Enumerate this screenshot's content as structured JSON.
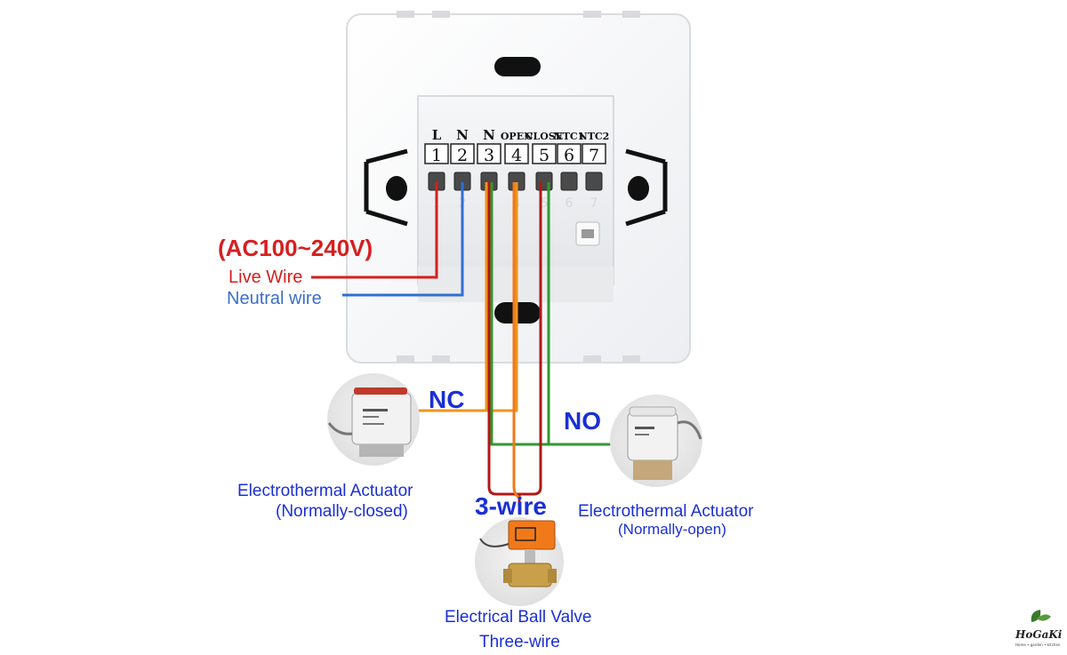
{
  "terminals": [
    {
      "name": "L",
      "number": "1"
    },
    {
      "name": "N",
      "number": "2"
    },
    {
      "name": "N",
      "number": "3"
    },
    {
      "name": "OPEN",
      "number": "4"
    },
    {
      "name": "CLOSE",
      "number": "5"
    },
    {
      "name": "NTC1",
      "number": "6"
    },
    {
      "name": "NTC2",
      "number": "7"
    }
  ],
  "labels": {
    "voltage": "(AC100~240V)",
    "live_wire": "Live Wire",
    "neutral_wire": "Neutral wire",
    "nc": "NC",
    "no": "NO",
    "three_wire": "3-wire",
    "actuator_nc_title": "Electrothermal Actuator",
    "actuator_nc_sub": "(Normally-closed)",
    "actuator_no_title": "Electrothermal Actuator",
    "actuator_no_sub": "(Normally-open)",
    "valve_title": "Electrical Ball Valve",
    "valve_sub": "Three-wire"
  },
  "logo": {
    "text": "HoGaKi",
    "tagline": "Home • garden • kitchen"
  },
  "colors": {
    "live": "#d61f1f",
    "neutral": "#2f6fd6",
    "open_wire": "#f0931e",
    "close_wire": "#2e9a2e",
    "valve_red": "#b01818",
    "label_blue": "#1a2fd6",
    "neutral_label": "#3b6fc9",
    "valve_orange": "#f07a1a"
  }
}
